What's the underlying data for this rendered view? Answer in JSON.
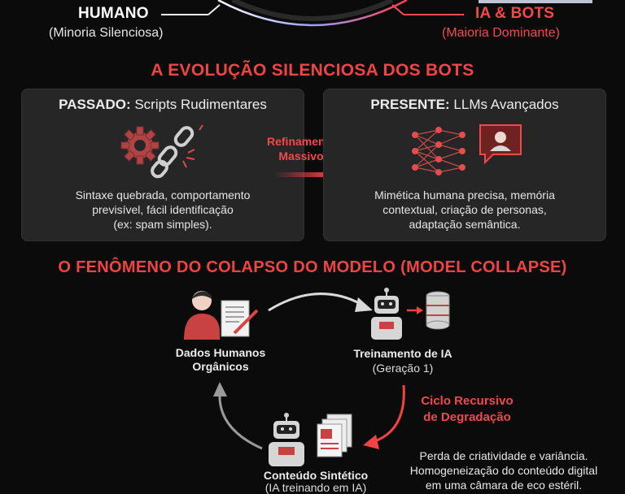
{
  "header": {
    "left_label": "HUMANO",
    "left_sub": "(Minoria Silenciosa)",
    "right_label": "IA & BOTS",
    "right_sub": "(Maioria Dominante)"
  },
  "evolution": {
    "title": "A EVOLUÇÃO SILENCIOSA DOS BOTS",
    "past": {
      "head_bold": "PASSADO:",
      "head_rest": " Scripts Rudimentares",
      "desc": "Sintaxe quebrada, comportamento\nprevisível, fácil identificação\n(ex: spam simples)."
    },
    "arrow_label": "Refinamento\nMassivo",
    "present": {
      "head_bold": "PRESENTE:",
      "head_rest": " LLMs Avançados",
      "desc": "Mimética humana precisa, memória\ncontextual, criação de personas,\nadaptação semântica."
    }
  },
  "collapse": {
    "title": "O FENÔMENO DO COLAPSO DO MODELO (MODEL COLLAPSE)",
    "human_data": "Dados Humanos\nOrgânicos",
    "training": "Treinamento de IA",
    "training_sub": "(Geração 1)",
    "cycle": "Ciclo Recursivo\nde Degradação",
    "synthetic": "Conteúdo Sintético",
    "synthetic_sub": "(IA treinando em IA)",
    "loss": "Perda de criatividade e variância.\nHomogeneização do conteúdo digital\nem uma câmara de eco estéril."
  },
  "colors": {
    "accent_red": "#ee4444",
    "panel": "#262627",
    "bg": "#0b0b0c"
  }
}
